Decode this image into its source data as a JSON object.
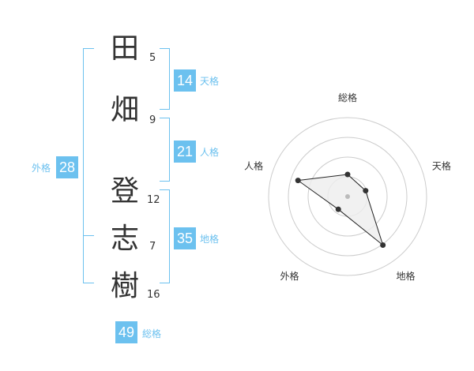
{
  "name_chars": [
    {
      "char": "田",
      "strokes": "5"
    },
    {
      "char": "畑",
      "strokes": "9"
    },
    {
      "char": "登",
      "strokes": "12"
    },
    {
      "char": "志",
      "strokes": "7"
    },
    {
      "char": "樹",
      "strokes": "16"
    }
  ],
  "kaku": {
    "tenkaku": {
      "value": "14",
      "label": "天格"
    },
    "jinkaku": {
      "value": "21",
      "label": "人格"
    },
    "chikaku": {
      "value": "35",
      "label": "地格"
    },
    "gaikaku": {
      "value": "28",
      "label": "外格"
    },
    "soukaku": {
      "value": "49",
      "label": "総格"
    }
  },
  "colors": {
    "accent": "#6cc1ef",
    "text": "#333333",
    "ring": "#cccccc",
    "fill": "#eeeeee"
  },
  "chart_data": {
    "type": "radar",
    "axes": [
      "総格",
      "天格",
      "地格",
      "外格",
      "人格"
    ],
    "scale_max": 5,
    "rings": 4,
    "values": [
      1.4,
      1.2,
      3.8,
      1.0,
      3.3
    ]
  }
}
